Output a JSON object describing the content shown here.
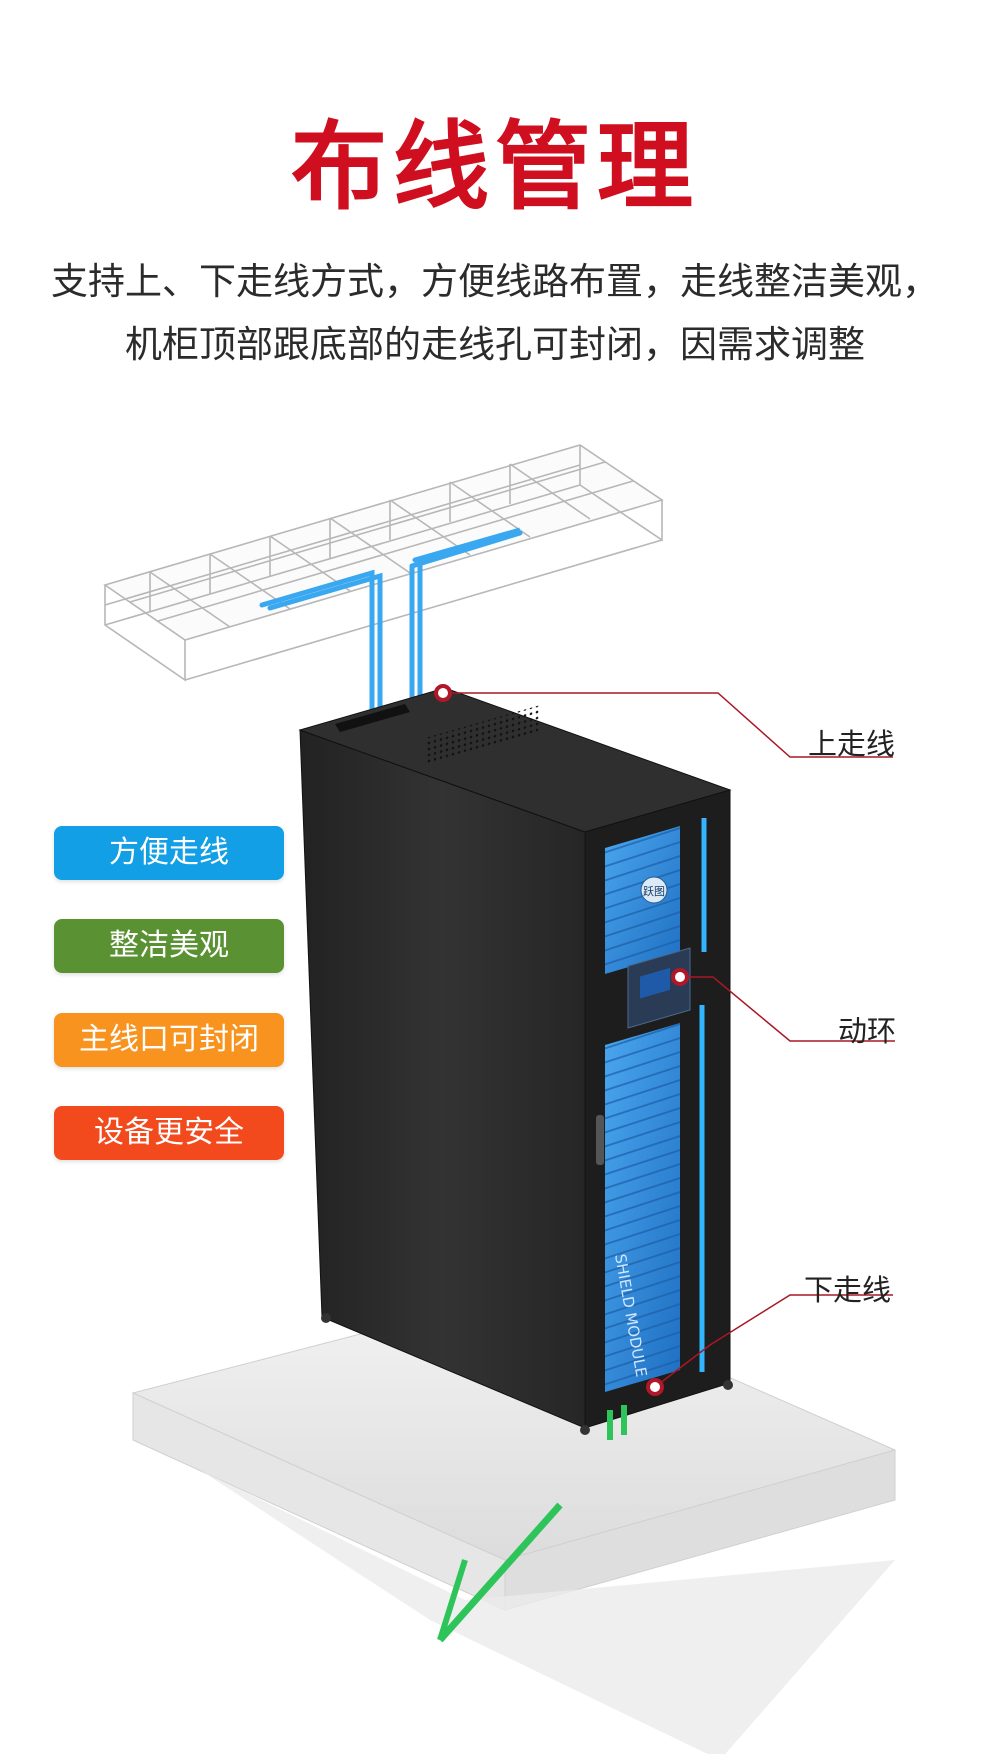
{
  "header": {
    "title": "布线管理",
    "subtitle_line1": "支持上、下走线方式，方便线路布置，走线整洁美观，",
    "subtitle_line2": "机柜顶部跟底部的走线孔可封闭，因需求调整"
  },
  "features": [
    {
      "label": "方便走线",
      "color": "#129fe6"
    },
    {
      "label": "整洁美观",
      "color": "#5a9132"
    },
    {
      "label": "主线口可封闭",
      "color": "#f7931e"
    },
    {
      "label": "设备更安全",
      "color": "#f24a1d"
    }
  ],
  "callouts": {
    "top": "上走线",
    "middle": "动环",
    "bottom": "下走线"
  },
  "cabinet": {
    "door_text": "SHIELD MODULE",
    "badge_text": "跃图"
  },
  "colors": {
    "title_red": "#cf0f1f",
    "callout_line": "#a81824",
    "cabinet_body": "#2a2a2a",
    "door_blue": "#2f8fe0",
    "led_blue": "#33b6ff",
    "cable_blue": "#3aa8f0",
    "cable_green": "#2ec45a"
  }
}
